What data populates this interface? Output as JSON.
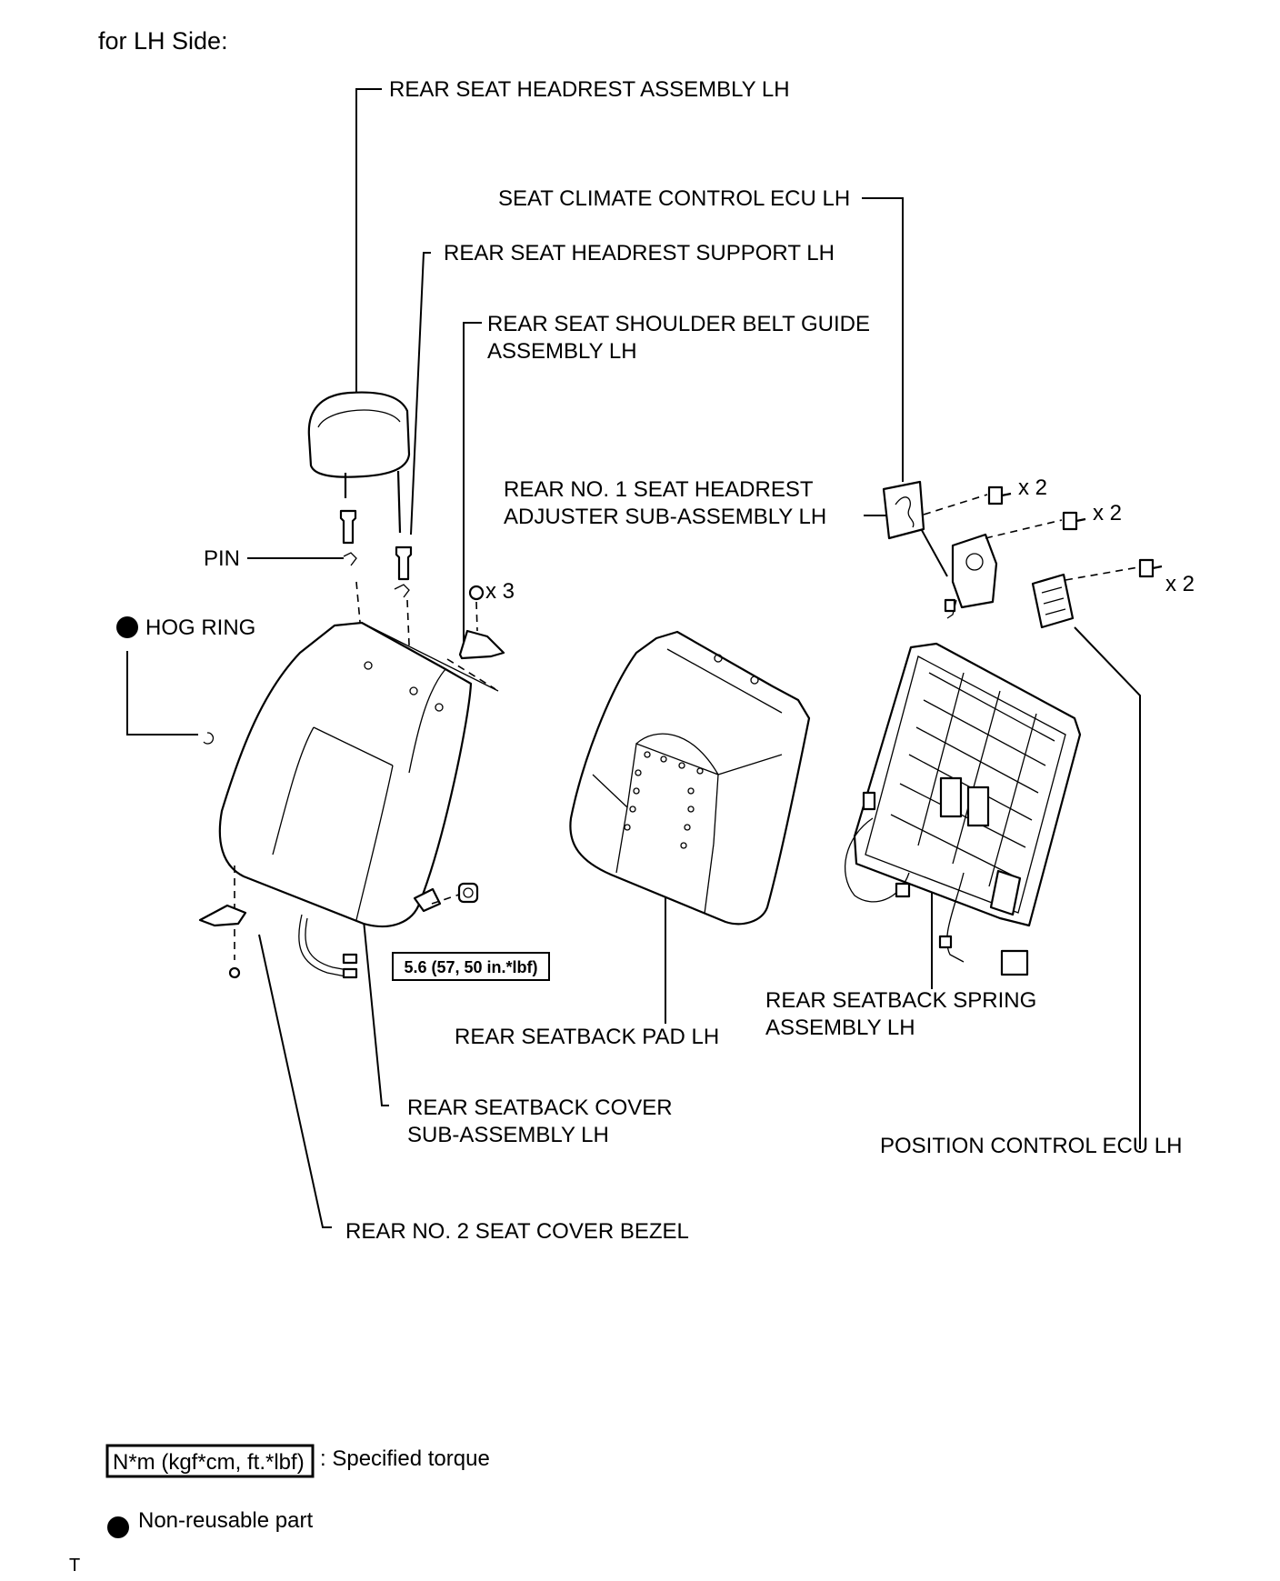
{
  "title": "for LH Side:",
  "labels": {
    "headrest": "REAR SEAT HEADREST ASSEMBLY LH",
    "climate_ecu": "SEAT CLIMATE CONTROL ECU LH",
    "headrest_support": "REAR SEAT HEADREST SUPPORT LH",
    "belt_guide_1": "REAR SEAT SHOULDER BELT GUIDE",
    "belt_guide_2": "ASSEMBLY LH",
    "adjuster_1": "REAR NO. 1 SEAT HEADREST",
    "adjuster_2": "ADJUSTER SUB-ASSEMBLY LH",
    "pin": "PIN",
    "hog_ring": "HOG RING",
    "seatback_pad": "REAR SEATBACK PAD LH",
    "spring_1": "REAR SEATBACK SPRING",
    "spring_2": "ASSEMBLY LH",
    "cover_1": "REAR SEATBACK COVER",
    "cover_2": "SUB-ASSEMBLY LH",
    "position_ecu": "POSITION CONTROL ECU LH",
    "bezel": "REAR NO. 2 SEAT COVER BEZEL"
  },
  "quantities": {
    "screws_climate": "x 2",
    "screws_adjuster": "x 2",
    "screws_position": "x 2",
    "screws_belt": "x 3"
  },
  "torque_value": "5.6 (57, 50 in.*lbf)",
  "legend": {
    "torque_box": "N*m (kgf*cm, ft.*lbf)",
    "torque_text": ": Specified torque",
    "nonreusable_text": "Non-reusable part"
  },
  "footer_mark": "T"
}
